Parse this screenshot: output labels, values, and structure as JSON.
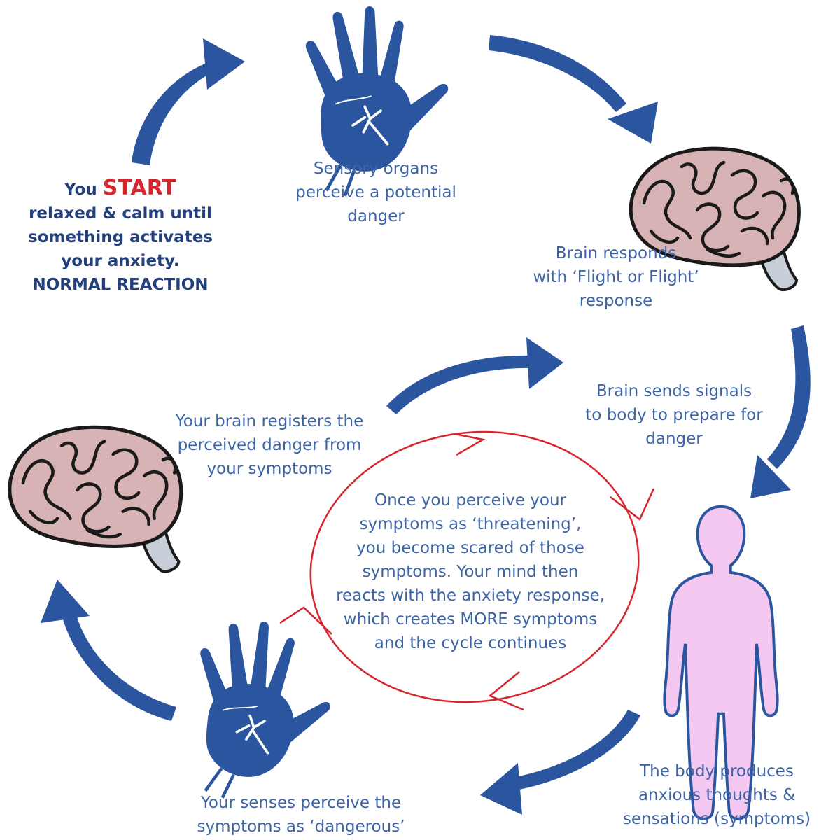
{
  "start_note": {
    "prefix": "You",
    "highlight": "START",
    "lines": [
      "relaxed & calm until",
      "something activates",
      "your anxiety.",
      "NORMAL REACTION"
    ]
  },
  "steps": [
    {
      "id": "sensory",
      "lines": [
        "Sensory organs",
        "perceive a potential",
        "danger"
      ]
    },
    {
      "id": "brain-response",
      "lines": [
        "Brain responds",
        "with ‘Flight or Flight’",
        "response"
      ]
    },
    {
      "id": "brain-signals",
      "lines": [
        "Brain sends signals",
        "to body to prepare for",
        "danger"
      ]
    },
    {
      "id": "body-produces",
      "lines": [
        "The body produces",
        "anxious thoughts &",
        "sensations (symptoms)"
      ]
    },
    {
      "id": "senses-perceive",
      "lines": [
        "Your senses perceive the",
        "symptoms as ‘dangerous’"
      ]
    },
    {
      "id": "brain-registers",
      "lines": [
        "Your brain registers the",
        "perceived danger from",
        "your symptoms"
      ]
    }
  ],
  "center_text": [
    "Once you perceive your",
    "symptoms as ‘threatening’,",
    "you become scared of those",
    "symptoms. Your mind then",
    "reacts with the anxiety response,",
    "which creates MORE symptoms",
    "and the cycle continues"
  ],
  "colors": {
    "arrow": "#2c55a0",
    "text": "#3d64a5",
    "emphasis": "#233f7c",
    "start": "#d8242c",
    "loop": "#d8242c",
    "hand": "#2c55a0",
    "brain_fill": "#d8b3b5",
    "brain_outline": "#1a1a1a",
    "body_fill": "#f4c8f0",
    "body_outline": "#2c55a0"
  },
  "icons": [
    "hand-icon",
    "brain-icon",
    "human-body-icon",
    "curved-arrow-icon"
  ]
}
